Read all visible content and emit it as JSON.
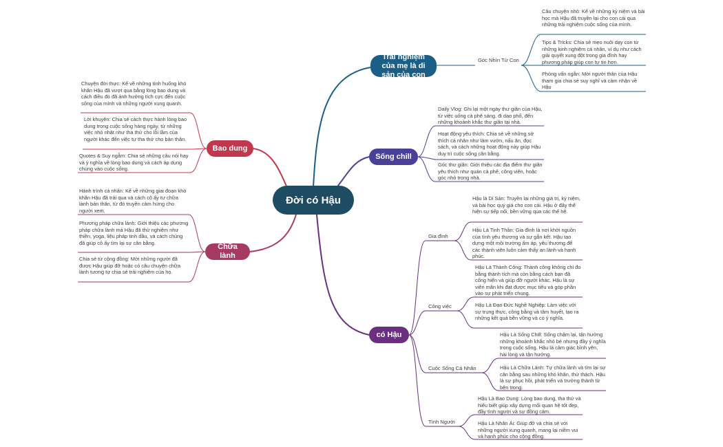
{
  "root": "Đời có Hậu",
  "colors": {
    "root": "#1e4d63",
    "trai_nghiem": "#1b5e86",
    "song_chill": "#4a3f99",
    "co_hau": "#6a2f7f",
    "bao_dung": "#c0384b",
    "chua_lanh": "#a63a62"
  },
  "branches": {
    "trai_nghiem": {
      "label": "Trải nghiệm của mẹ là di sản của con",
      "sub": "Góc Nhìn Từ Con",
      "leaves": [
        "Câu chuyện nhỏ: Kể về những kỷ niệm và bài học mà Hậu đã truyền lại cho con cái qua những trải nghiệm cuộc sống của mình.",
        "Tips & Tricks: Chia sẻ mẹo nuôi dạy con từ những kinh nghiệm cá nhân, ví dụ như cách giải quyết xung đột trong gia đình hay phương pháp giúp con tự tin hơn.",
        "Phỏng vấn ngắn: Mời người thân của Hậu tham gia chia sẻ suy nghĩ và cảm nhận về Hậu"
      ]
    },
    "song_chill": {
      "label": "Sống chill",
      "leaves": [
        "Daily Vlog: Ghi lại một ngày thư giãn của Hậu, từ việc uống cà phê sáng, đi dạo phố, đến những khoảnh khắc thư giãn tại nhà.",
        "Hoạt động yêu thích: Chia sẻ về những sở thích cá nhân như làm vườn, nấu ăn, đọc sách, và cách những hoạt động này giúp Hậu duy trì cuộc sống cân bằng.",
        "Góc thư giãn: Giới thiệu các địa điểm thư giãn yêu thích như quán cà phê, công viên, hoặc góc nhỏ trong nhà."
      ]
    },
    "co_hau": {
      "label": "có Hậu",
      "groups": [
        {
          "label": "Gia đình",
          "leaves": [
            "Hậu là Di Sản: Truyền lại những giá trị, kỷ niệm, và bài học quý giá cho con cái. Hậu ở đây thể hiện sự tiếp nối, bền vững qua các thế hệ.",
            "Hậu Là Tinh Thần: Gia đình là nơi khởi nguồn của tình yêu thương và sự gắn kết. Hậu tạo dựng một môi trường ấm áp, yêu thương để các thành viên luôn cảm thấy an lành và hạnh phúc."
          ]
        },
        {
          "label": "Công việc",
          "leaves": [
            "Hậu Là Thành Công: Thành công không chỉ đo bằng thành tích mà còn bằng cách bạn đã cống hiến và giúp đỡ người khác. Hậu là sự viên mãn khi đạt được mục tiêu và góp phần vào sự phát triển chung.",
            "Hậu Là Đạo Đức Nghề Nghiệp: Làm việc với sự trung thực, công bằng và tâm huyết, tạo ra những kết quả bền vững và có ý nghĩa."
          ]
        },
        {
          "label": "Cuộc Sống Cá Nhân",
          "leaves": [
            "Hậu Là Sống Chill: Sống chậm lại, tận hưởng những khoảnh khắc nhỏ bé nhưng đầy ý nghĩa trong cuộc sống. Hậu là cảm giác bình yên, hài lòng và tận hưởng.",
            "Hậu Là Chữa Lành: Tự chữa lành và tìm lại sự cân bằng sau những khó khăn, thử thách. Hậu là sự phục hồi, phát triển và trưởng thành từ bên trong."
          ]
        },
        {
          "label": "Tình Người",
          "leaves": [
            "Hậu Là Bao Dung: Lòng bao dung, tha thứ và hiểu biết giúp xây dựng mối quan hệ tốt đẹp, đầy tình người và sự đồng cảm.",
            "Hậu Là Nhân Ái: Giúp đỡ và chia sẻ với những người xung quanh, mang lại niềm vui và hạnh phúc cho cộng đồng."
          ]
        }
      ]
    },
    "bao_dung": {
      "label": "Bao dung",
      "leaves": [
        "Chuyện đời thực: Kể về những tình huống khó khăn Hậu đã vượt qua bằng lòng bao dung và cách điều đó đã ảnh hưởng tích cực đến cuộc sống của mình và những người xung quanh.",
        "Lời khuyên: Chia sẻ cách thực hành lòng bao dung trong cuộc sống hàng ngày, từ những việc nhỏ nhặt như tha thứ cho lỗi lầm của người khác đến việc tự tha thứ cho bản thân.",
        "Quotes & Suy ngẫm: Chia sẻ những câu nói hay và ý nghĩa về lòng bao dung và cách áp dụng chúng vào cuộc sống."
      ]
    },
    "chua_lanh": {
      "label": "Chữa lành",
      "leaves": [
        "Hành trình cá nhân: Kể về những giai đoạn khó khăn Hậu đã trải qua và cách cô ấy tự chữa lành bản thân, từ đó truyền cảm hứng cho người xem.",
        "Phương pháp chữa lành: Giới thiệu các phương pháp chữa lành mà Hậu đã thử nghiệm như thiền, yoga, liệu pháp tinh dầu, và cách chúng đã giúp cô ấy tìm lại sự cân bằng.",
        "Chia sẻ từ cộng đồng: Mời những người đã được Hậu giúp đỡ hoặc có câu chuyện chữa lành tương tự chia sẻ trải nghiệm của họ."
      ]
    }
  }
}
